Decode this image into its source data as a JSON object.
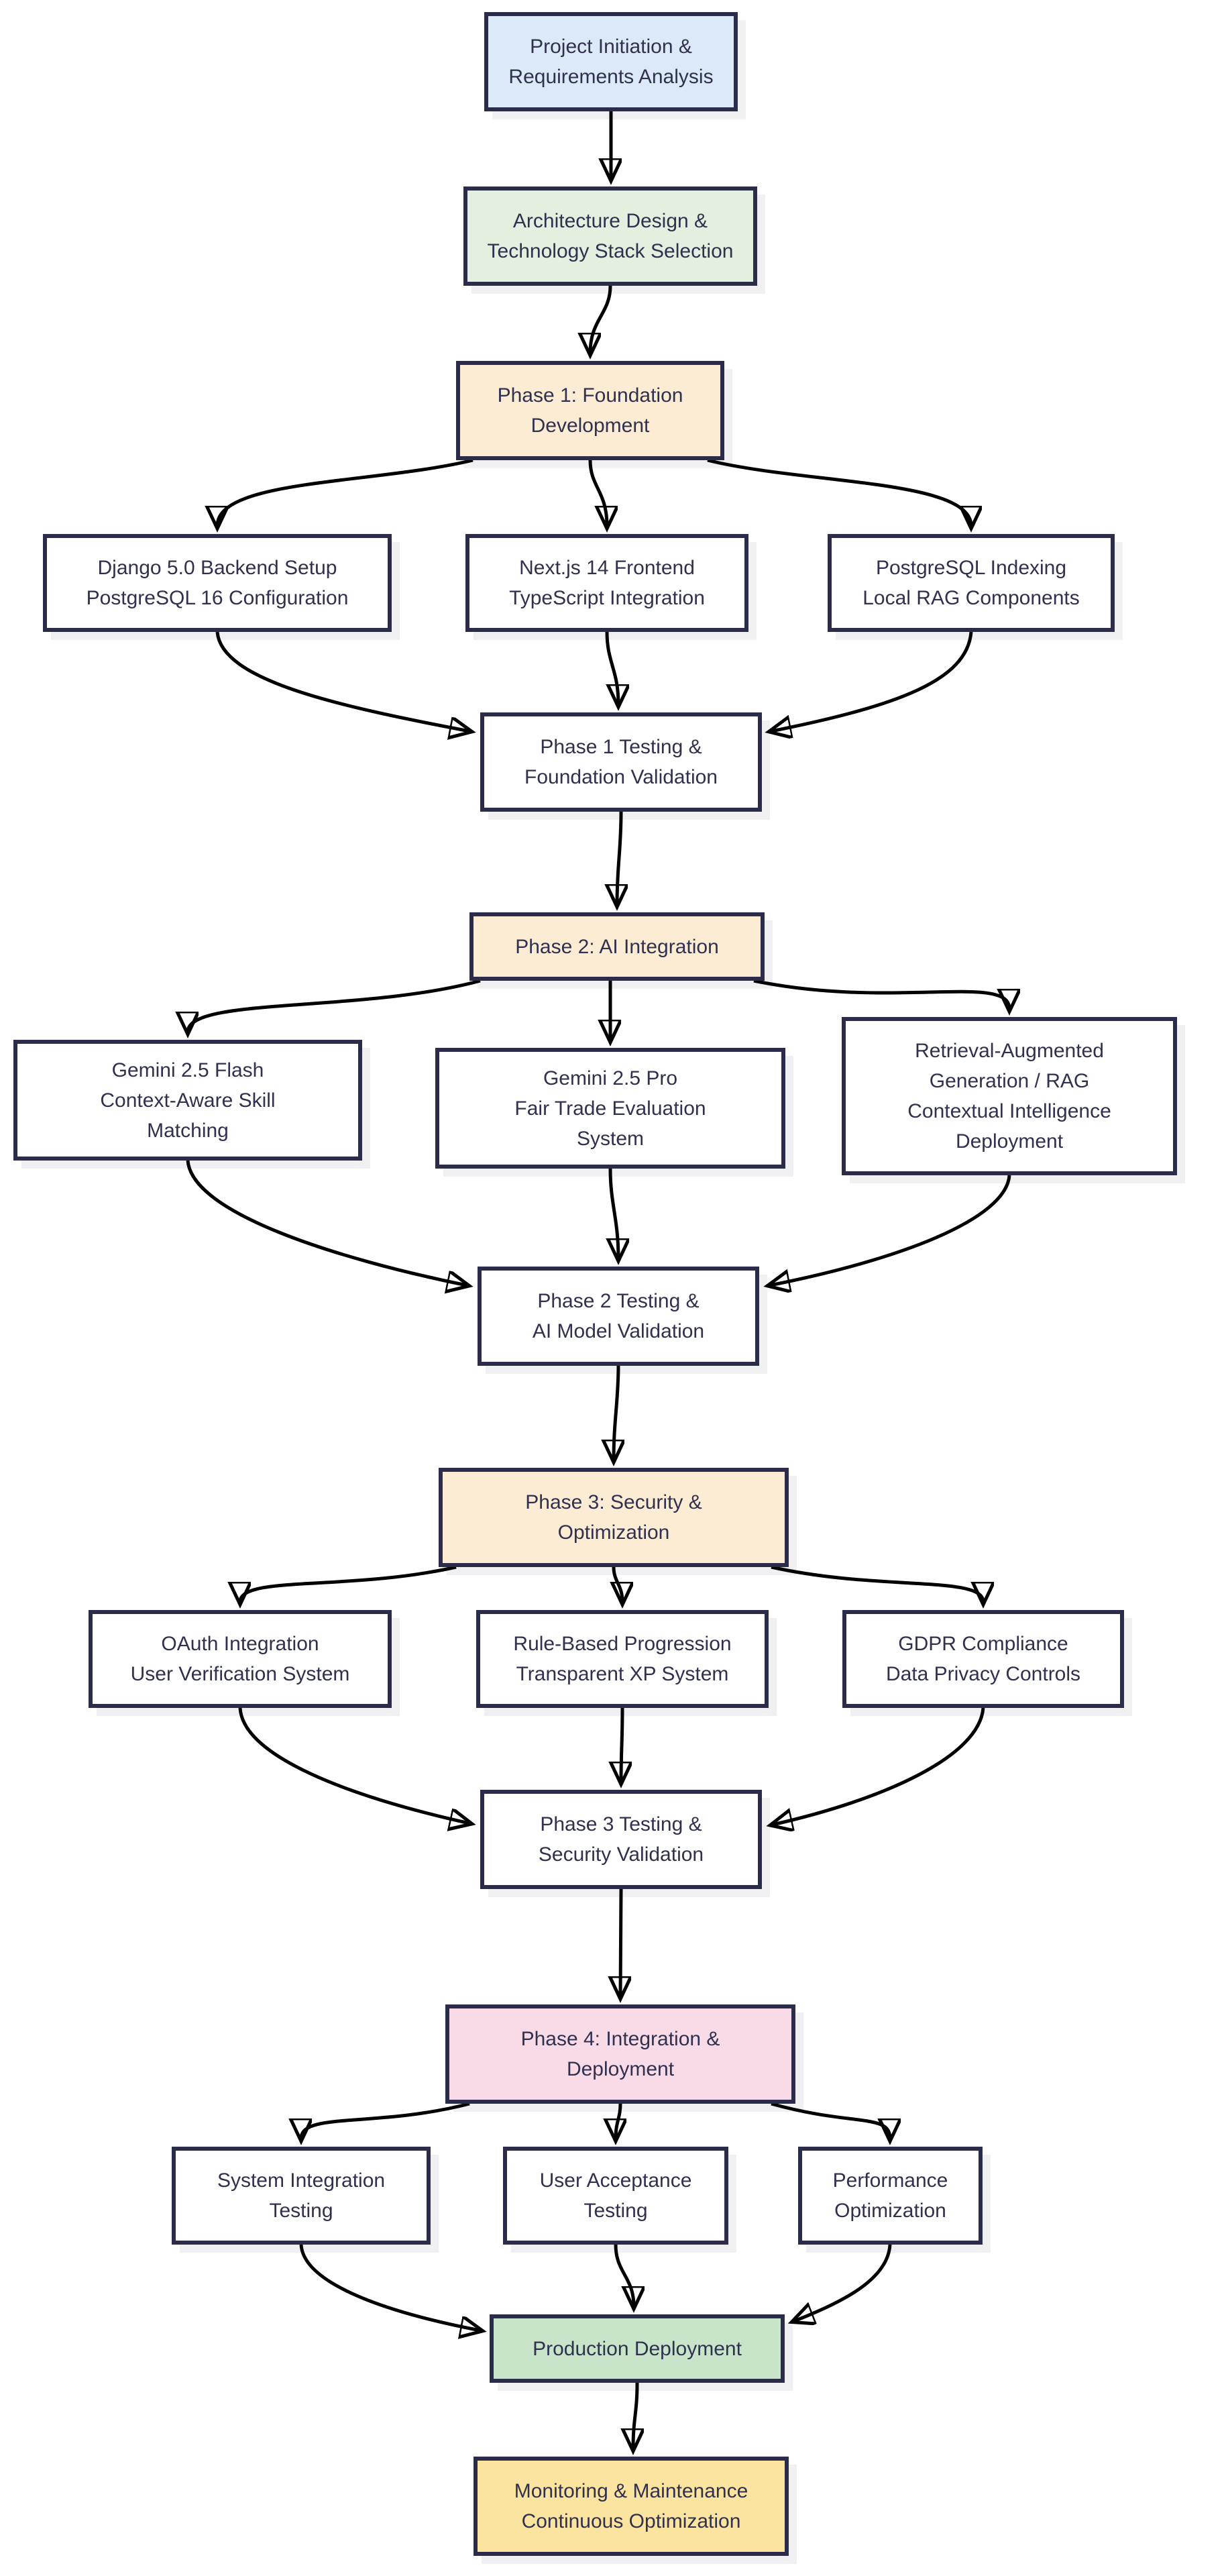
{
  "diagram": {
    "title": "Project development flowchart",
    "theme": {
      "bg": "#ffffff",
      "border": "#2b2b4a",
      "text": "#30304f",
      "edge": "#010101",
      "fill_milestone_blue": "#dbe9f8",
      "fill_architecture_green": "#e3efdf",
      "fill_phase_peach": "#fcecd3",
      "fill_task_white": "#ffffff",
      "fill_phase4_pink": "#f8dbe7",
      "fill_production_green": "#c9e5c9",
      "fill_monitoring_yellow": "#fbe3a0"
    },
    "nodes": [
      {
        "id": "project-initiation",
        "label": "Project Initiation &\nRequirements Analysis",
        "fill": "#dbe9f8"
      },
      {
        "id": "architecture",
        "label": "Architecture Design &\nTechnology Stack Selection",
        "fill": "#e3efdf"
      },
      {
        "id": "phase1",
        "label": "Phase 1: Foundation\nDevelopment",
        "fill": "#fcecd3"
      },
      {
        "id": "django-backend",
        "label": "Django 5.0 Backend Setup\nPostgreSQL 16 Configuration",
        "fill": "#ffffff"
      },
      {
        "id": "nextjs-frontend",
        "label": "Next.js 14 Frontend\nTypeScript Integration",
        "fill": "#ffffff"
      },
      {
        "id": "postgres-indexing",
        "label": "PostgreSQL Indexing\nLocal RAG Components",
        "fill": "#ffffff"
      },
      {
        "id": "phase1-testing",
        "label": "Phase 1 Testing &\nFoundation Validation",
        "fill": "#ffffff"
      },
      {
        "id": "phase2",
        "label": "Phase 2: AI Integration",
        "fill": "#fcecd3"
      },
      {
        "id": "gemini-flash",
        "label": "Gemini 2.5 Flash\nContext-Aware Skill\nMatching",
        "fill": "#ffffff"
      },
      {
        "id": "gemini-pro",
        "label": "Gemini 2.5 Pro\nFair Trade Evaluation\nSystem",
        "fill": "#ffffff"
      },
      {
        "id": "rag-deployment",
        "label": "Retrieval-Augmented\nGeneration / RAG\nContextual Intelligence\nDeployment",
        "fill": "#ffffff"
      },
      {
        "id": "phase2-testing",
        "label": "Phase 2 Testing &\nAI Model Validation",
        "fill": "#ffffff"
      },
      {
        "id": "phase3",
        "label": "Phase 3: Security &\nOptimization",
        "fill": "#fcecd3"
      },
      {
        "id": "oauth-integration",
        "label": "OAuth Integration\nUser Verification System",
        "fill": "#ffffff"
      },
      {
        "id": "rule-progression",
        "label": "Rule-Based Progression\nTransparent XP System",
        "fill": "#ffffff"
      },
      {
        "id": "gdpr-compliance",
        "label": "GDPR Compliance\nData Privacy Controls",
        "fill": "#ffffff"
      },
      {
        "id": "phase3-testing",
        "label": "Phase 3 Testing &\nSecurity Validation",
        "fill": "#ffffff"
      },
      {
        "id": "phase4",
        "label": "Phase 4: Integration &\nDeployment",
        "fill": "#f8dbe7"
      },
      {
        "id": "system-integration",
        "label": "System Integration\nTesting",
        "fill": "#ffffff"
      },
      {
        "id": "user-acceptance",
        "label": "User Acceptance\nTesting",
        "fill": "#ffffff"
      },
      {
        "id": "performance-opt",
        "label": "Performance\nOptimization",
        "fill": "#ffffff"
      },
      {
        "id": "production",
        "label": "Production Deployment",
        "fill": "#c9e5c9"
      },
      {
        "id": "monitoring",
        "label": "Monitoring & Maintenance\nContinuous Optimization",
        "fill": "#fbe3a0"
      }
    ],
    "edges": [
      {
        "from": "project-initiation",
        "to": "architecture"
      },
      {
        "from": "architecture",
        "to": "phase1"
      },
      {
        "from": "phase1",
        "to": "django-backend"
      },
      {
        "from": "phase1",
        "to": "nextjs-frontend"
      },
      {
        "from": "phase1",
        "to": "postgres-indexing"
      },
      {
        "from": "django-backend",
        "to": "phase1-testing"
      },
      {
        "from": "nextjs-frontend",
        "to": "phase1-testing"
      },
      {
        "from": "postgres-indexing",
        "to": "phase1-testing"
      },
      {
        "from": "phase1-testing",
        "to": "phase2"
      },
      {
        "from": "phase2",
        "to": "gemini-flash"
      },
      {
        "from": "phase2",
        "to": "gemini-pro"
      },
      {
        "from": "phase2",
        "to": "rag-deployment"
      },
      {
        "from": "gemini-flash",
        "to": "phase2-testing"
      },
      {
        "from": "gemini-pro",
        "to": "phase2-testing"
      },
      {
        "from": "rag-deployment",
        "to": "phase2-testing"
      },
      {
        "from": "phase2-testing",
        "to": "phase3"
      },
      {
        "from": "phase3",
        "to": "oauth-integration"
      },
      {
        "from": "phase3",
        "to": "rule-progression"
      },
      {
        "from": "phase3",
        "to": "gdpr-compliance"
      },
      {
        "from": "oauth-integration",
        "to": "phase3-testing"
      },
      {
        "from": "rule-progression",
        "to": "phase3-testing"
      },
      {
        "from": "gdpr-compliance",
        "to": "phase3-testing"
      },
      {
        "from": "phase3-testing",
        "to": "phase4"
      },
      {
        "from": "phase4",
        "to": "system-integration"
      },
      {
        "from": "phase4",
        "to": "user-acceptance"
      },
      {
        "from": "phase4",
        "to": "performance-opt"
      },
      {
        "from": "system-integration",
        "to": "production"
      },
      {
        "from": "user-acceptance",
        "to": "production"
      },
      {
        "from": "performance-opt",
        "to": "production"
      },
      {
        "from": "production",
        "to": "monitoring"
      }
    ]
  }
}
